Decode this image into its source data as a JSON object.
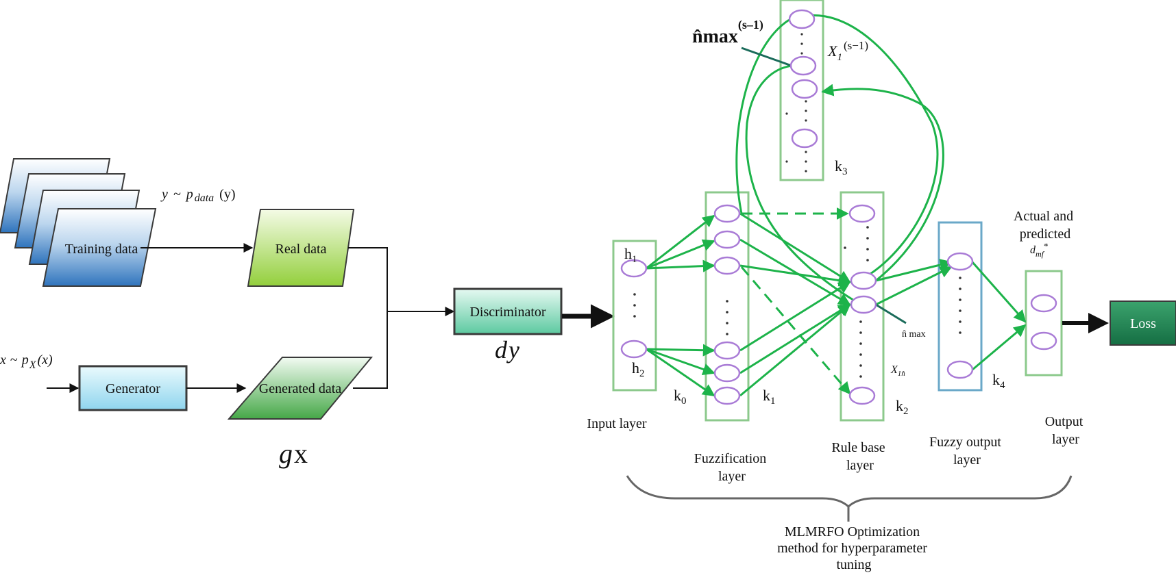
{
  "gan": {
    "training_label": "Training  data",
    "real_label": "Real data",
    "generated_label": "Generated data",
    "generator_label": "Generator",
    "discriminator_label": "Discriminator",
    "y_dist": {
      "y": "y",
      "tilde": "~",
      "p": "p",
      "sub": "data",
      "arg": "(y)"
    },
    "x_dist": {
      "x": "x",
      "tilde": "~",
      "p": "p",
      "sub": "X",
      "arg": "(x)"
    },
    "g_func": {
      "f": "g",
      "arg": "x"
    },
    "d_func": {
      "f": "d",
      "arg": "y"
    }
  },
  "network": {
    "h1": {
      "base": "h",
      "sub": "1"
    },
    "h2": {
      "base": "h",
      "sub": "2"
    },
    "k0": {
      "base": "k",
      "sub": "0"
    },
    "k1": {
      "base": "k",
      "sub": "1"
    },
    "k2": {
      "base": "k",
      "sub": "2"
    },
    "k3": {
      "base": "k",
      "sub": "3"
    },
    "k4": {
      "base": "k",
      "sub": "4"
    },
    "nmax_top": {
      "base": "n̂max",
      "sup": "(s–1)"
    },
    "x1_top": {
      "base": "X",
      "sub": "1",
      "sup": "(s−1)"
    },
    "nmax_rule": "n̂ max",
    "x1_rule": {
      "base": "X",
      "sub": "1n̂"
    },
    "dmf": {
      "base": "d",
      "sub": "mf",
      "sup": "*"
    },
    "actual_label": [
      "Actual and",
      "predicted"
    ],
    "layers": {
      "input": [
        "Input layer"
      ],
      "fuzzification": [
        "Fuzzification",
        "layer"
      ],
      "rule": [
        "Rule base",
        "layer"
      ],
      "fuzzy_output": [
        "Fuzzy output",
        "layer"
      ],
      "output": [
        "Output",
        "layer"
      ]
    },
    "loss_label": "Loss",
    "optimization_label": [
      "MLMRFO Optimization",
      "method for hyperparameter",
      "tuning"
    ]
  },
  "colors": {
    "green_arrow": "#1db34a",
    "column_border": "#8cc98c",
    "node_stroke": "#a97bd6",
    "blue_border": "#6aa8c8",
    "loss_fill": "#1e8a55",
    "box_border": "#3a3a3a"
  }
}
